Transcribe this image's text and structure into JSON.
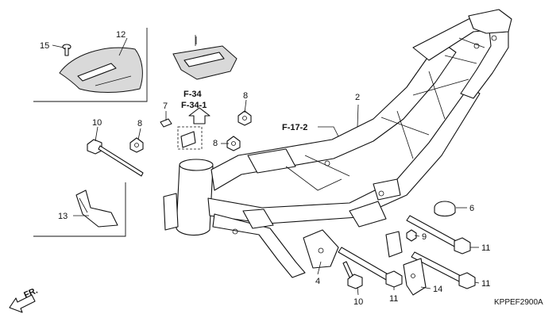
{
  "diagram": {
    "figure_code": "KPPEF2900A",
    "front_indicator": "FR.",
    "references": {
      "f34": "F-34",
      "f34_1": "F-34-1",
      "f17_2": "F-17-2"
    },
    "callouts": {
      "c2": "2",
      "c4": "4",
      "c6": "6",
      "c7": "7",
      "c8a": "8",
      "c8b": "8",
      "c8c": "8",
      "c9": "9",
      "c10a": "10",
      "c10b": "10",
      "c11a": "11",
      "c11b": "11",
      "c11c": "11",
      "c12": "12",
      "c13": "13",
      "c14": "14",
      "c15": "15"
    }
  }
}
